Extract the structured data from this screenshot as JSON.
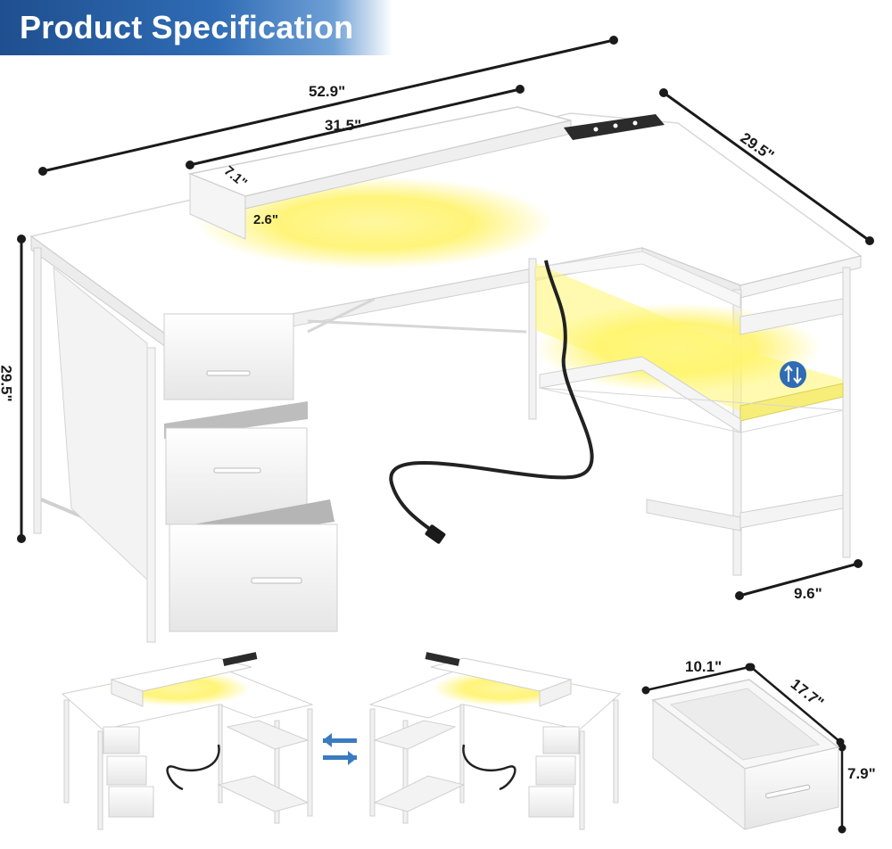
{
  "banner": {
    "title": "Product Specification"
  },
  "dimensions": {
    "total_length": "52.9\"",
    "shelf_length": "31.5\"",
    "shelf_depth": "7.1\"",
    "shelf_height": "2.6\"",
    "side_depth": "29.5\"",
    "height": "29.5\"",
    "side_width": "9.6\"",
    "drawer_width": "10.1\"",
    "drawer_depth": "17.7\"",
    "drawer_height": "7.9\""
  },
  "colors": {
    "banner": "#2f6cb5",
    "led_glow": "#fff36b",
    "desk": "#ffffff",
    "swap_arrows": "#3b7bbf"
  },
  "icons": {
    "swap": "swap-arrows-icon",
    "reversible": "reversible-icon"
  }
}
